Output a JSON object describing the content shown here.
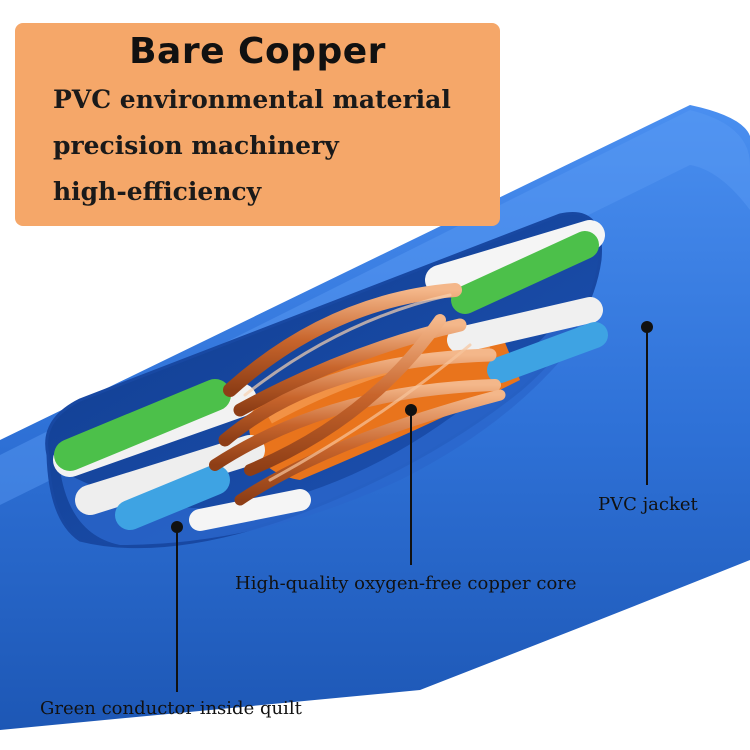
{
  "banner": {
    "title": "Bare Copper",
    "features": [
      "PVC environmental material",
      "precision machinery",
      "high-efficiency"
    ]
  },
  "callouts": {
    "jacket": "PVC jacket",
    "core": "High-quality oxygen-free copper core",
    "green": "Green conductor inside quilt"
  },
  "colors": {
    "jacket_blue": "#2f72d8",
    "banner_orange": "#f5a769",
    "copper": "#d2733a",
    "green_insulation": "#4cc04a",
    "orange_insulation": "#f07c1e",
    "light_blue_insulation": "#3ea3e3"
  }
}
